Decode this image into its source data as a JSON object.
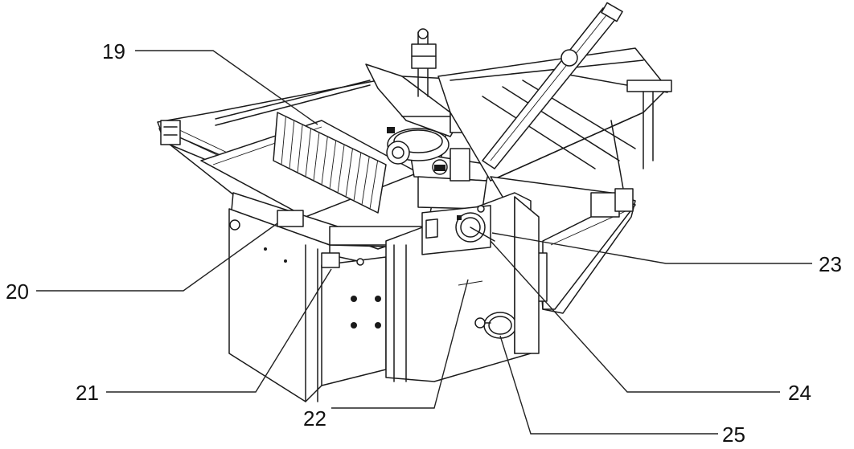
{
  "callouts": [
    {
      "id": "19",
      "text": "19"
    },
    {
      "id": "20",
      "text": "20"
    },
    {
      "id": "21",
      "text": "21"
    },
    {
      "id": "22",
      "text": "22"
    },
    {
      "id": "23",
      "text": "23"
    },
    {
      "id": "24",
      "text": "24"
    },
    {
      "id": "25",
      "text": "25"
    }
  ]
}
